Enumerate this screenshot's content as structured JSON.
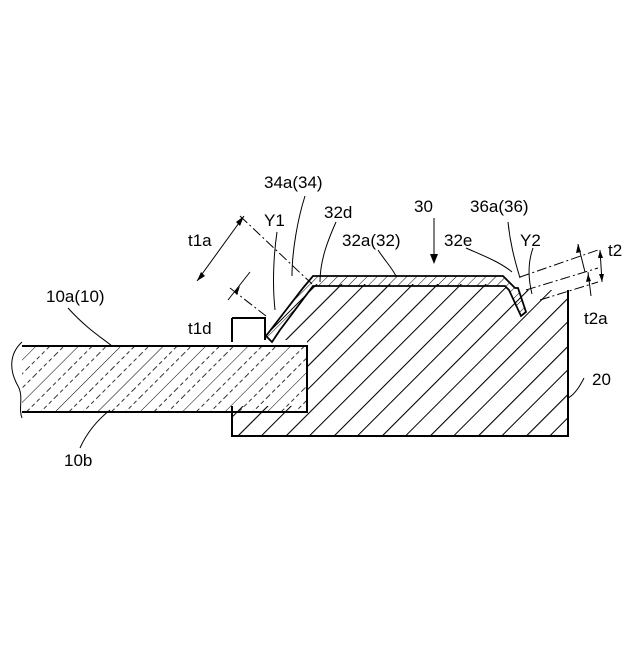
{
  "labels": {
    "substrate": "10a(10)",
    "substrate_bottom": "10b",
    "frame": "20",
    "film_main": "30",
    "t1a": "t1a",
    "t1d": "t1d",
    "y1": "Y1",
    "part_34a": "34a(34)",
    "part_32d": "32d",
    "part_32a": "32a(32)",
    "part_32e": "32e",
    "part_36a": "36a(36)",
    "y2": "Y2",
    "t2": "t2",
    "t2a": "t2a"
  }
}
